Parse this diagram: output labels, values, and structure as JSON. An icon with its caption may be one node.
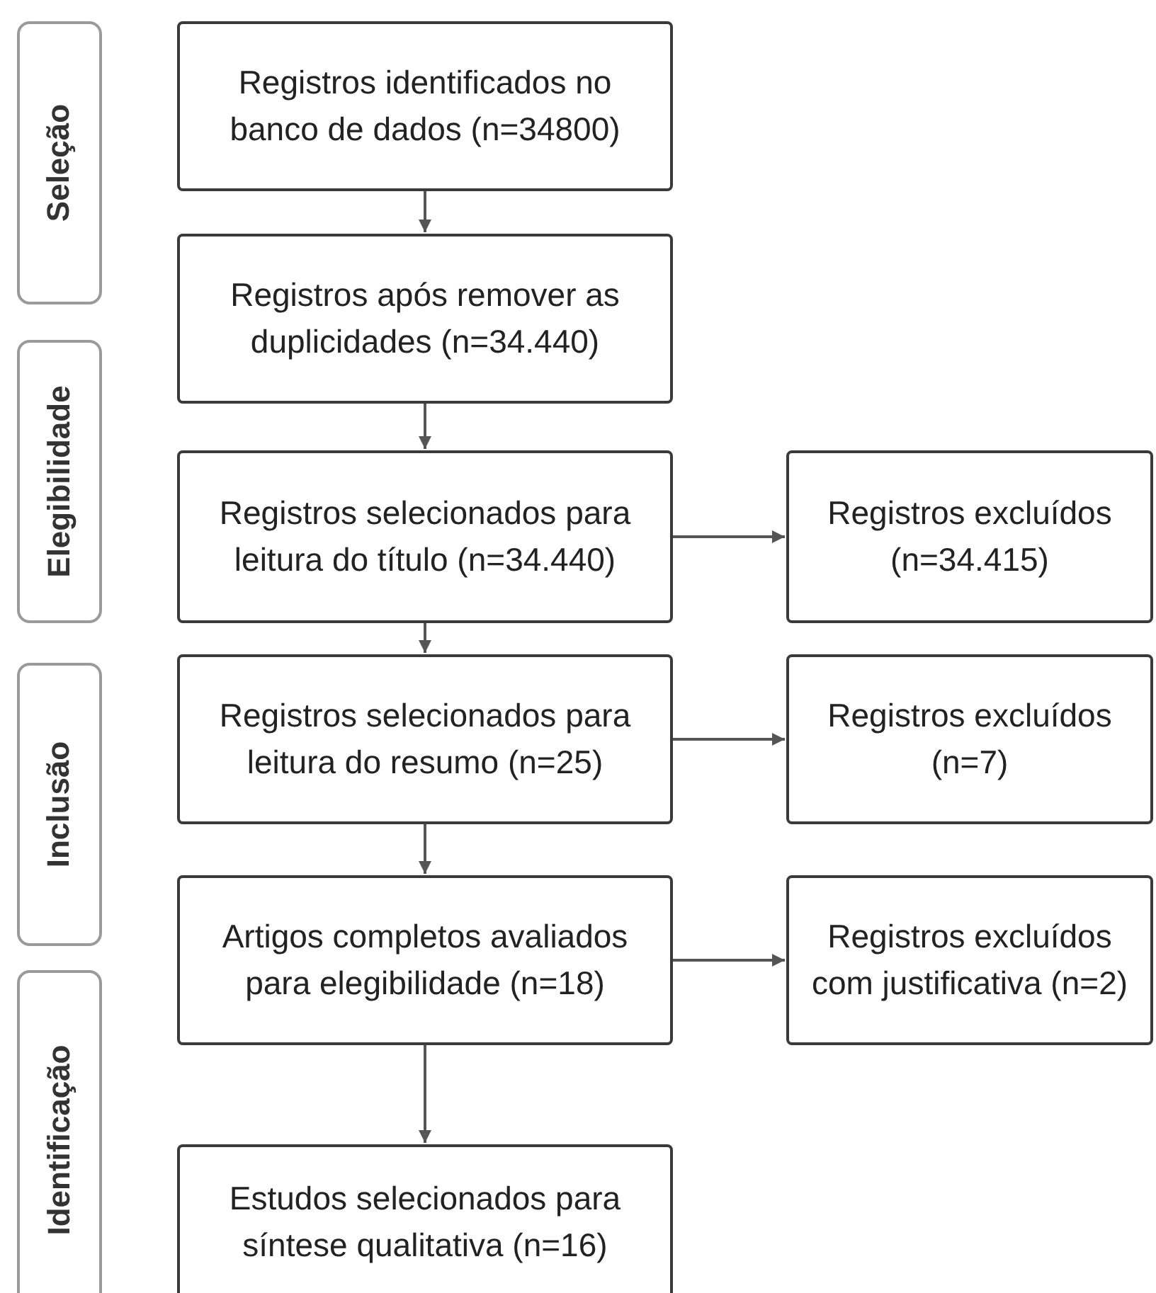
{
  "diagram": {
    "nodes": [
      {
        "text": [
          "Seleção"
        ]
      },
      {
        "text": [
          "Elegibilidade"
        ]
      },
      {
        "text": [
          "Inclusão"
        ]
      },
      {
        "text": [
          "Identificação"
        ]
      },
      {
        "text": [
          "Registros identificados no banco de dados (n=34800)"
        ]
      },
      {
        "text": [
          "Registros após remover as duplicidades (n=34.440)"
        ]
      },
      {
        "text": [
          "Registros selecionados para leitura do título (n=34.440)"
        ]
      },
      {
        "text": [
          "Registros selecionados para leitura do resumo (n=25)"
        ]
      },
      {
        "text": [
          "Artigos completos avaliados para elegibilidade (n=18)"
        ]
      },
      {
        "text": [
          "Estudos selecionados para síntese qualitativa (n=16)"
        ]
      },
      {
        "text": [
          "Registros excluídos (n=34.415)"
        ]
      },
      {
        "text": [
          "Registros excluídos (n=7)"
        ]
      },
      {
        "text": [
          "Registros excluídos com justificativa (n=2)"
        ]
      }
    ],
    "edges": [
      {
        "from": 4,
        "to": 5,
        "arrow": "to"
      },
      {
        "from": 5,
        "to": 6,
        "arrow": "to"
      },
      {
        "from": 6,
        "to": 7,
        "arrow": "to"
      },
      {
        "from": 7,
        "to": 8,
        "arrow": "to"
      },
      {
        "from": 8,
        "to": 9,
        "arrow": "to"
      },
      {
        "from": 6,
        "to": 10,
        "arrow": "to"
      },
      {
        "from": 7,
        "to": 11,
        "arrow": "to"
      },
      {
        "from": 8,
        "to": 12,
        "arrow": "to"
      }
    ]
  }
}
